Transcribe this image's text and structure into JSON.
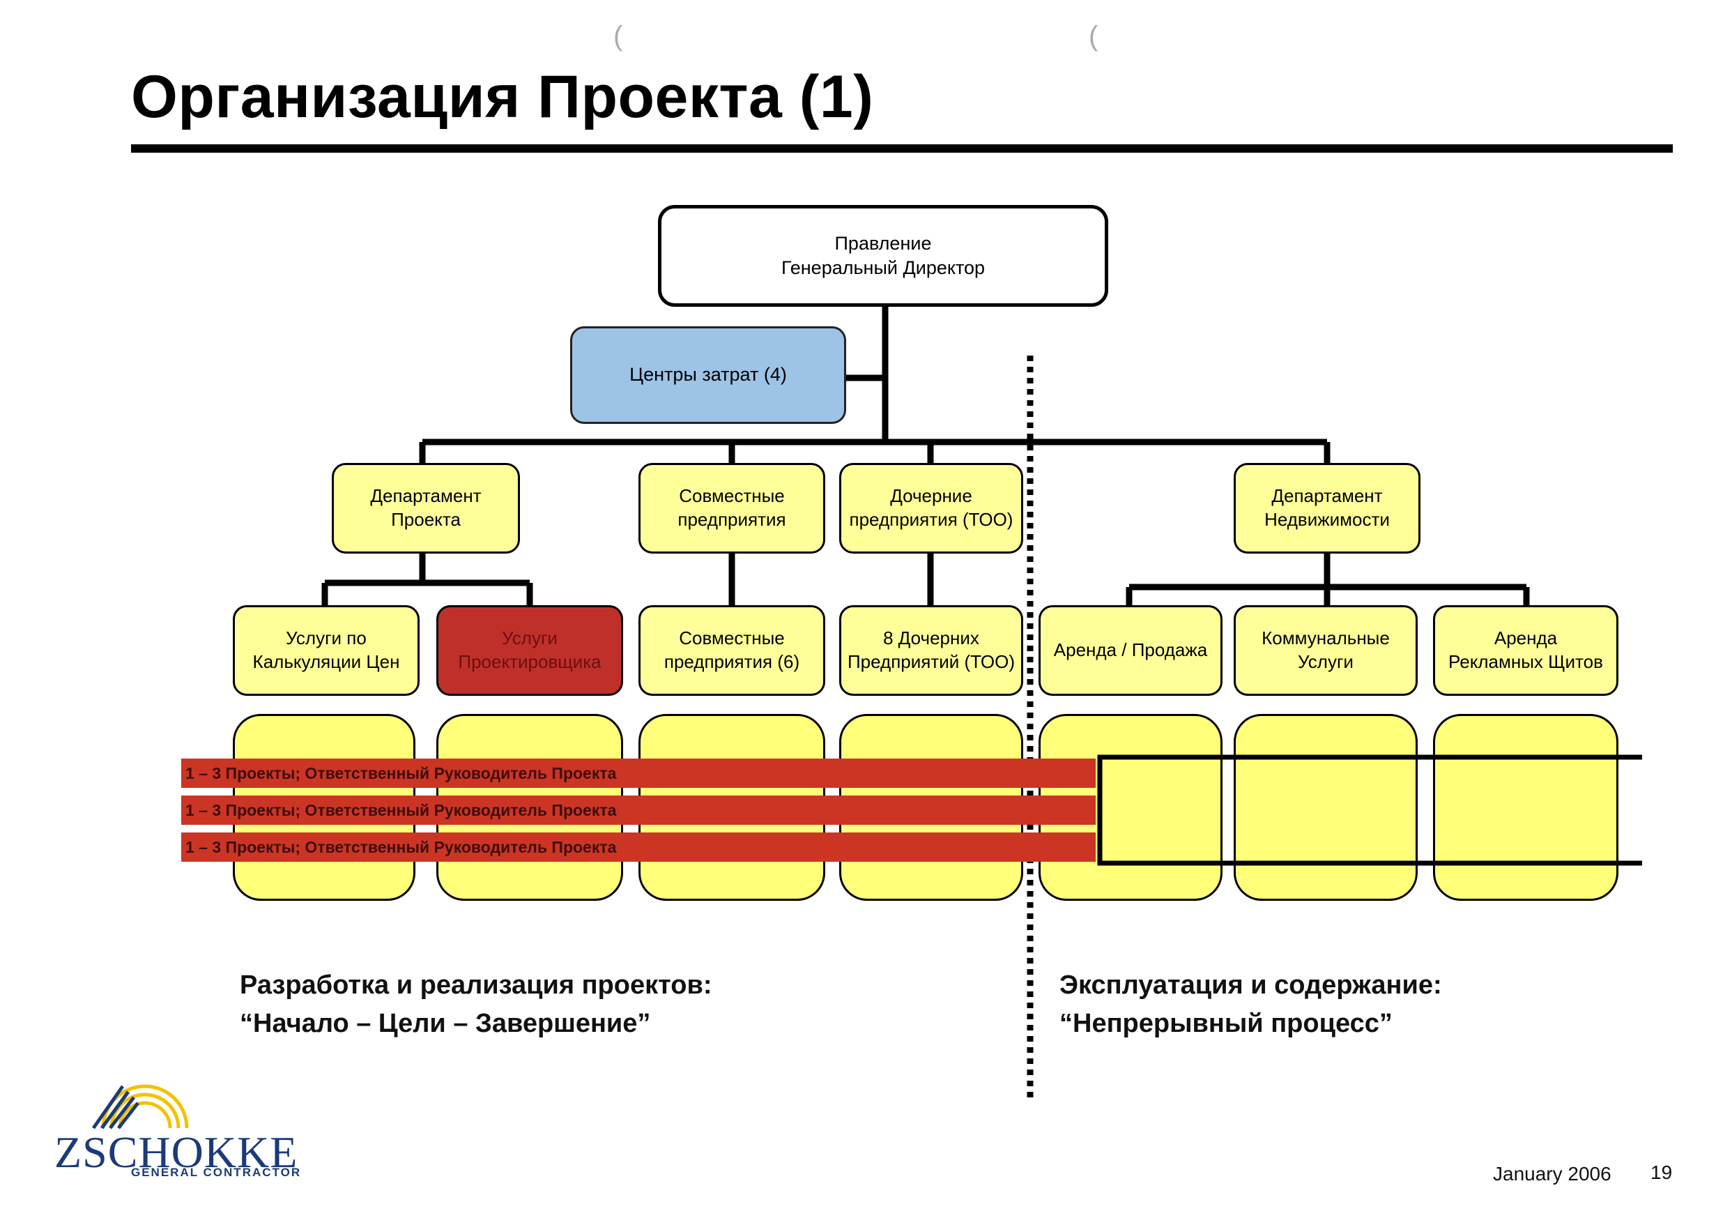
{
  "title": "Организация Проекта (1)",
  "colors": {
    "box_fill": "#ffff99",
    "cost_center_fill": "#9dc3e6",
    "highlight_red": "#c0302a",
    "bar_red": "#cc3524",
    "line": "#000000"
  },
  "org": {
    "root": {
      "line1": "Правление",
      "line2": "Генеральный Директор"
    },
    "cost_centers": "Центры затрат (4)",
    "level2": [
      {
        "line1": "Департамент",
        "line2": "Проекта"
      },
      {
        "line1": "Совместные",
        "line2": "предприятия"
      },
      {
        "line1": "Дочерние",
        "line2": "предприятия (ТОО)"
      },
      {
        "line1": "Департамент",
        "line2": "Недвижимости"
      }
    ],
    "level3": [
      {
        "line1": "Услуги по",
        "line2": "Калькуляции Цен"
      },
      {
        "line1": "Услуги",
        "line2": "Проектировщика",
        "highlighted": true
      },
      {
        "line1": "Совместные",
        "line2": "предприятия (6)"
      },
      {
        "line1": "8 Дочерних",
        "line2": "Предприятий (ТОО)"
      },
      {
        "line1": "Аренда / Продажа",
        "line2": ""
      },
      {
        "line1": "Коммунальные",
        "line2": "Услуги"
      },
      {
        "line1": "Аренда",
        "line2": "Рекламных Щитов"
      }
    ]
  },
  "project_bars": [
    "1 – 3 Проекты; Ответственный Руководитель Проекта",
    "1 – 3 Проекты; Ответственный Руководитель Проекта",
    "1 – 3 Проекты; Ответственный Руководитель Проекта"
  ],
  "captions": {
    "left_line1": "Разработка и реализация проектов:",
    "left_line2": "“Начало – Цели – Завершение”",
    "right_line1": "Эксплуатация и содержание:",
    "right_line2": "“Непрерывный процесс”"
  },
  "logo": {
    "name": "ZSCHOKKE",
    "tagline": "GENERAL CONTRACTOR"
  },
  "footer": {
    "date": "January 2006",
    "page": "19"
  }
}
